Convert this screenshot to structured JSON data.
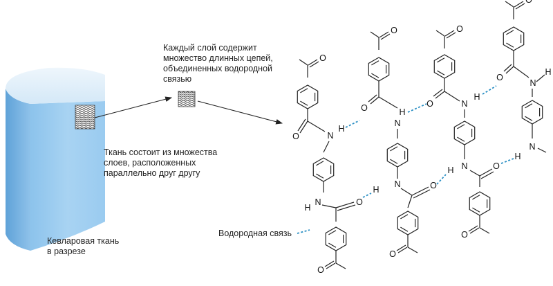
{
  "labels": {
    "cross_section": "Кевларовая ткань\nв разрезе",
    "layers": "Ткань состоит из множества\nслоев, расположенных\nпараллельно друг другу",
    "chains": "Каждый слой содержит\nмножество длинных цепей,\nобъединенных водородной\nсвязью",
    "hbond_legend": "Водородная связь"
  },
  "atoms": {
    "oxygen": "O",
    "nitrogen": "N",
    "hydrogen": "H"
  },
  "colors": {
    "fabric_light": "#d6eaf8",
    "fabric_mid": "#a9d2f0",
    "fabric_dark": "#7fb8e6",
    "hydrogen_bond": "#2a8fc4"
  }
}
